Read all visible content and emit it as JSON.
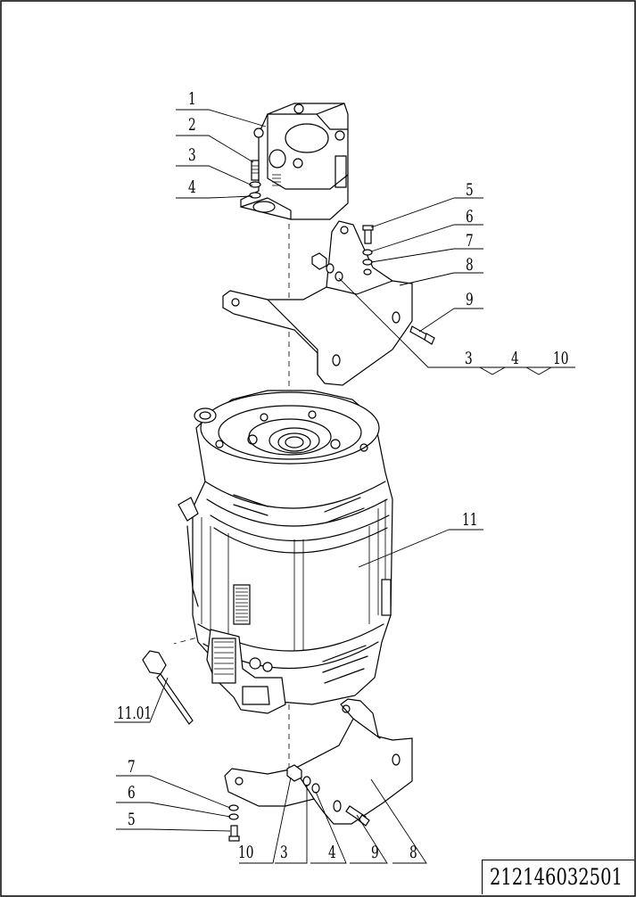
{
  "callouts": {
    "top_1": "1",
    "top_2": "2",
    "top_3": "3",
    "top_4": "4",
    "bracket_5": "5",
    "bracket_6": "6",
    "bracket_7": "7",
    "bracket_8": "8",
    "bracket_9": "9",
    "group_3": "3",
    "group_4": "4",
    "group_10": "10",
    "motor_11": "11",
    "sensor_1101": "11.01",
    "bottom_7": "7",
    "bottom_6": "6",
    "bottom_5": "5",
    "bottom_10": "10",
    "bottom_3": "3",
    "bottom_4": "4",
    "bottom_9": "9",
    "bottom_8": "8"
  },
  "part_code": "212146032501"
}
